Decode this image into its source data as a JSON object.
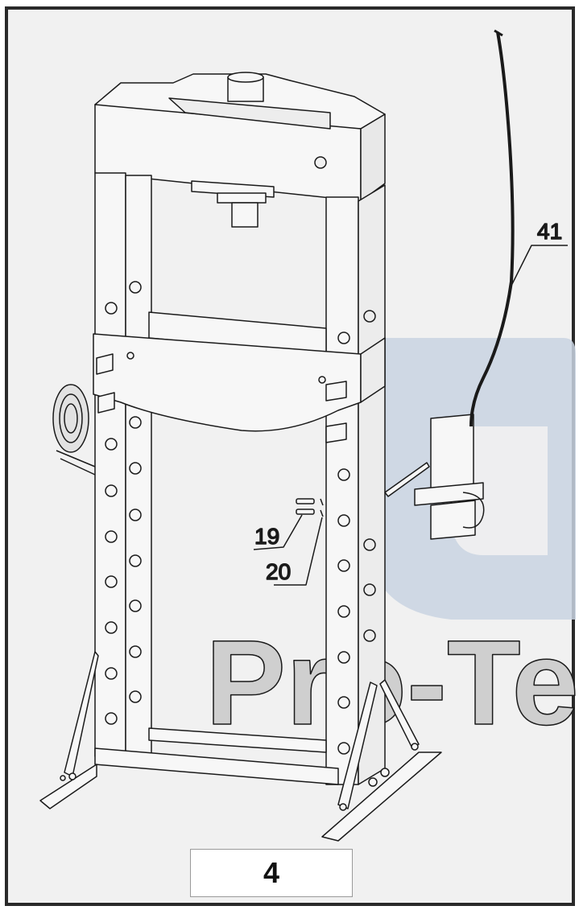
{
  "diagram": {
    "callouts": [
      {
        "id": "41",
        "label": "41"
      },
      {
        "id": "19",
        "label": "19"
      },
      {
        "id": "20",
        "label": "20"
      }
    ],
    "watermark": {
      "text": "Pro-Te",
      "logo": "Pro-Tec logo mark"
    },
    "figure_number": "4"
  },
  "colors": {
    "line": "#1a1a1a",
    "frame_border": "#2a2a2a",
    "background": "#f1f1f1",
    "watermark_blue": "#c9d3e2",
    "watermark_gray": "#cfcfcf"
  }
}
